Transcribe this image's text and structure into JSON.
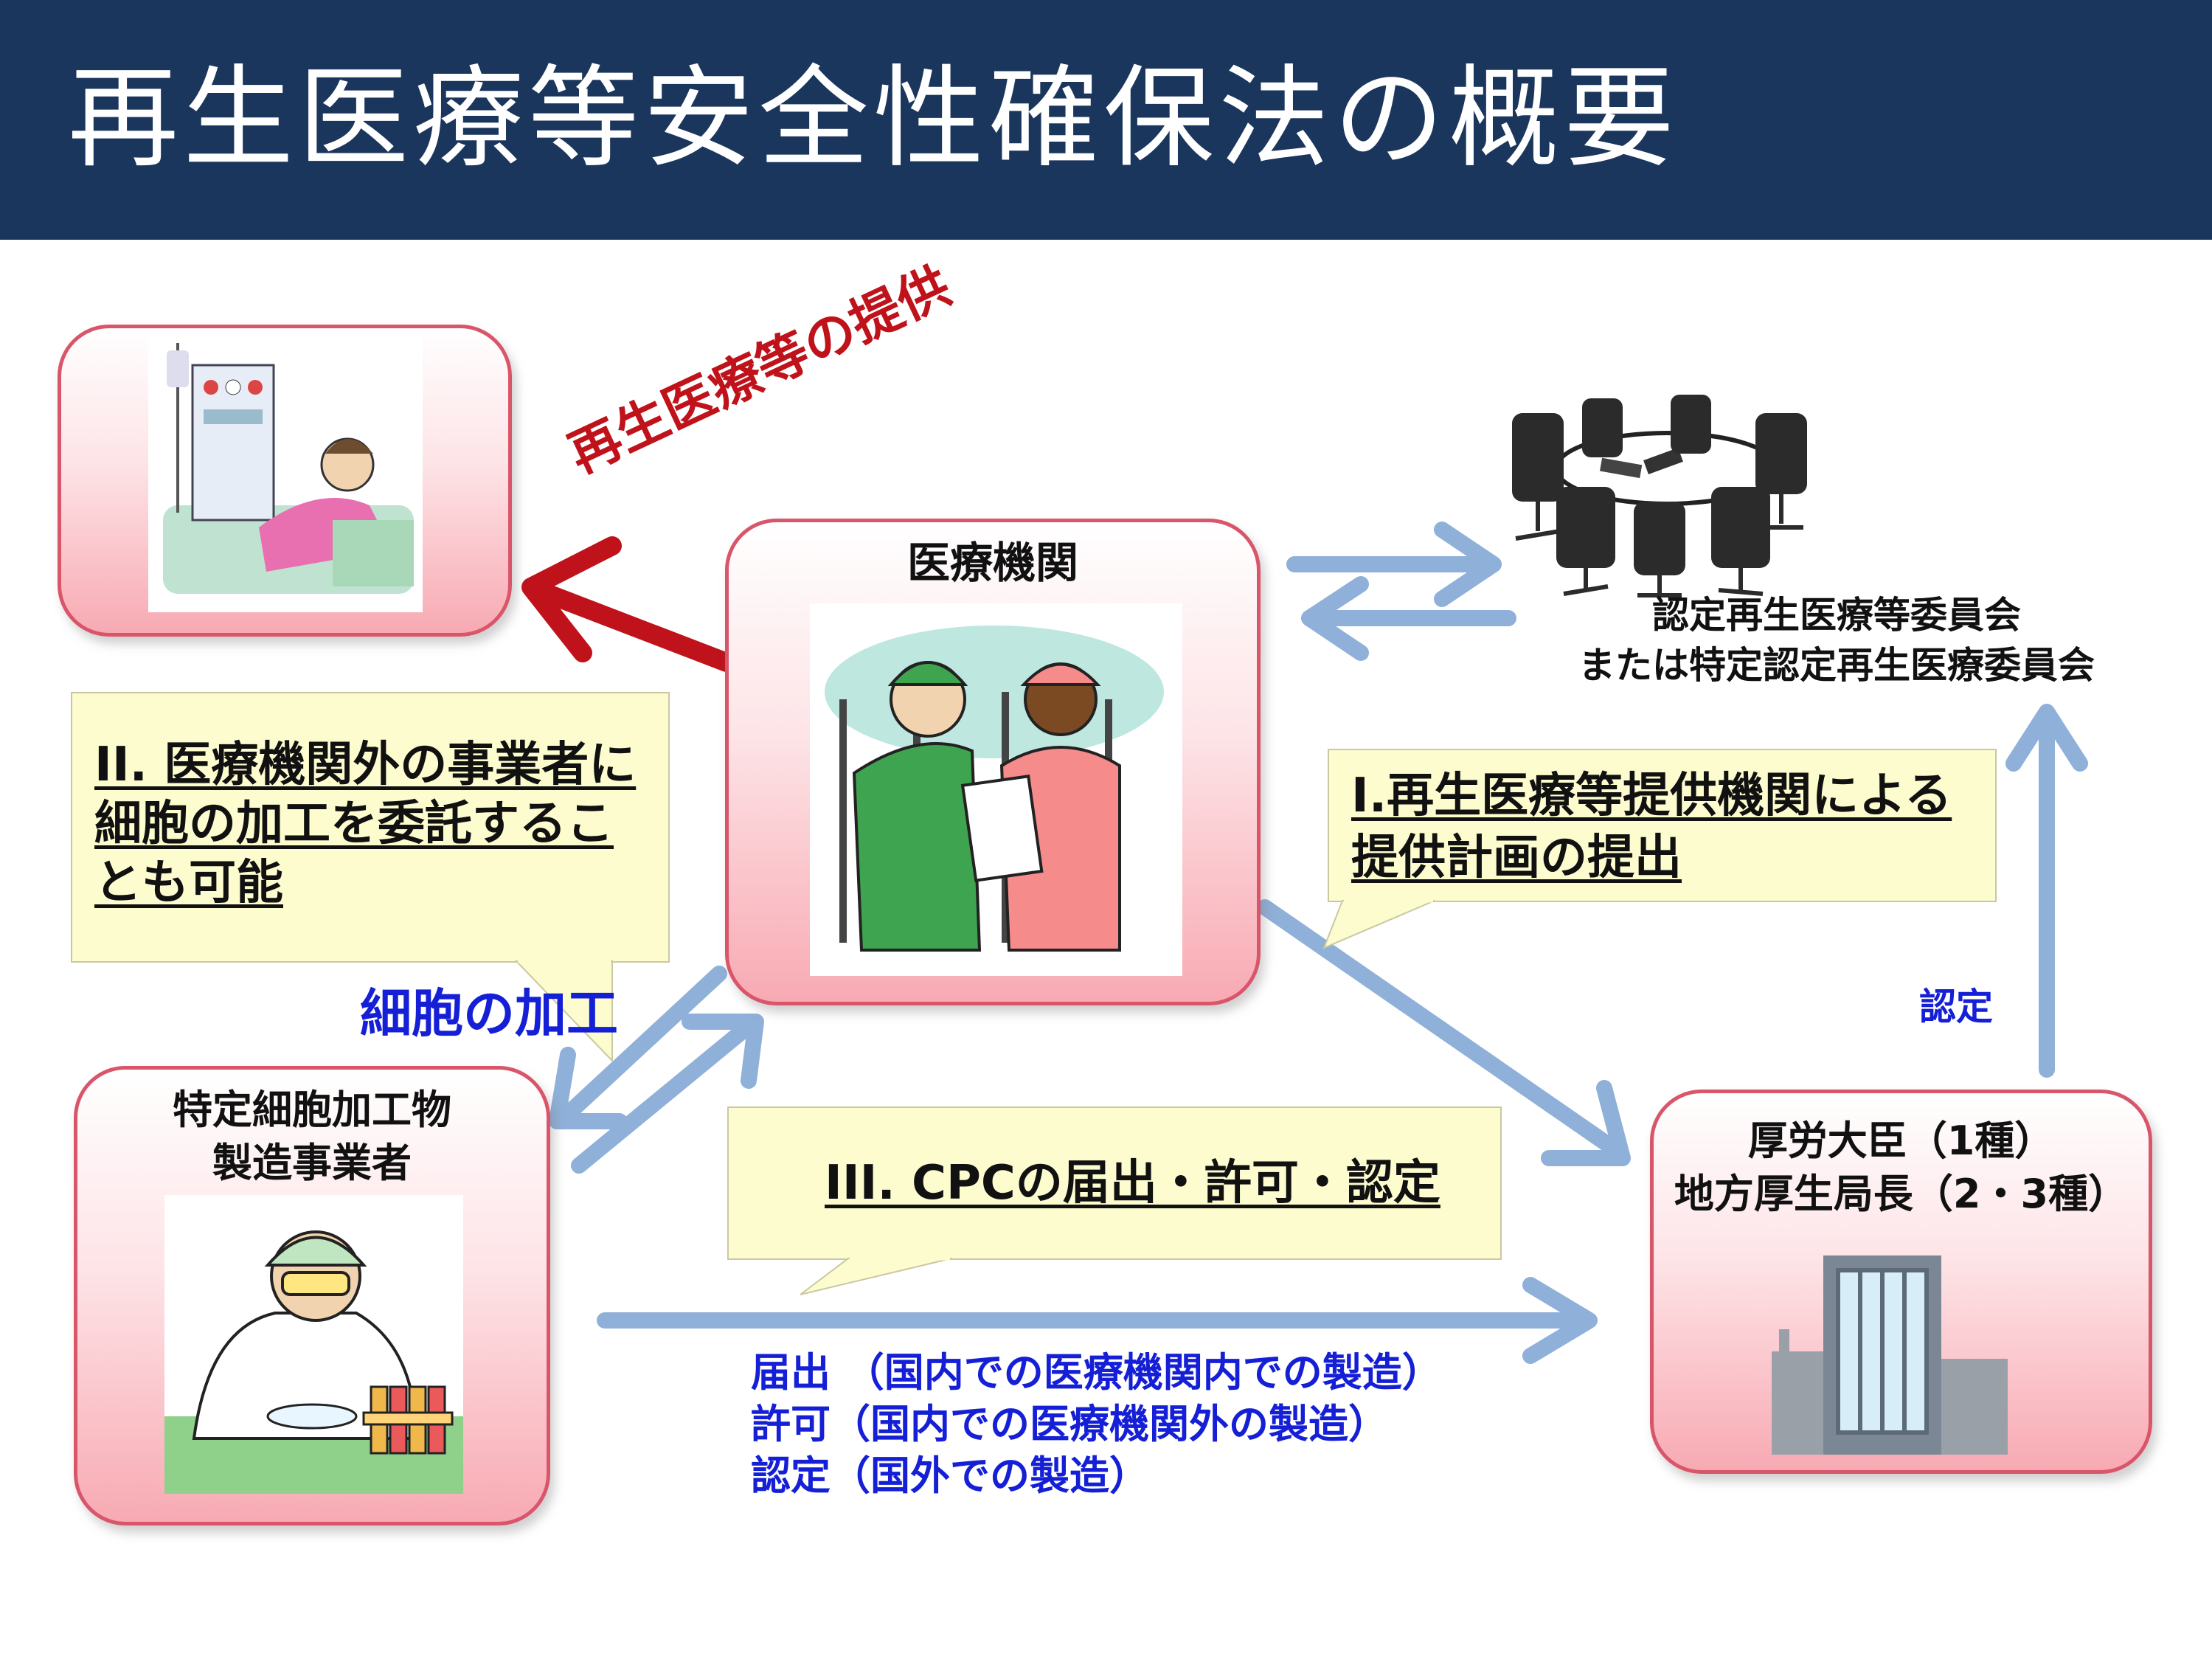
{
  "title": "再生医療等安全性確保法の概要",
  "boxes": {
    "patient": {
      "label": ""
    },
    "medical": {
      "label": "医療機関"
    },
    "manufacturer": {
      "label_line1": "特定細胞加工物",
      "label_line2": "製造事業者"
    },
    "ministry": {
      "label_line1": "厚労大臣（1種）",
      "label_line2": "地方厚生局長（2・3種）"
    }
  },
  "committee": {
    "line1": "認定再生医療等委員会",
    "line2": "または特定認定再生医療委員会"
  },
  "notes": {
    "note1_line1": "I.再生医療等提供機関による",
    "note1_line2": "提供計画の提出",
    "note2_line1": "II. 医療機関外の事業者に",
    "note2_line2": "細胞の加工を委託するこ",
    "note2_line3": "とも可能",
    "note3": "III. CPCの届出・許可・認定"
  },
  "labels": {
    "provision": "再生医療等の提供",
    "cell_processing": "細胞の加工",
    "certification": "認定",
    "notify": "届出 （国内での医療機関内での製造）",
    "permit": "許可（国内での医療機関外の製造）",
    "certify": "認定（国外での製造）"
  },
  "colors": {
    "header_bg": "#1b365d",
    "arrow_red": "#c0121b",
    "arrow_blue": "#8fb0d8",
    "text_blue": "#1520d6",
    "box_border": "#d9556a"
  }
}
